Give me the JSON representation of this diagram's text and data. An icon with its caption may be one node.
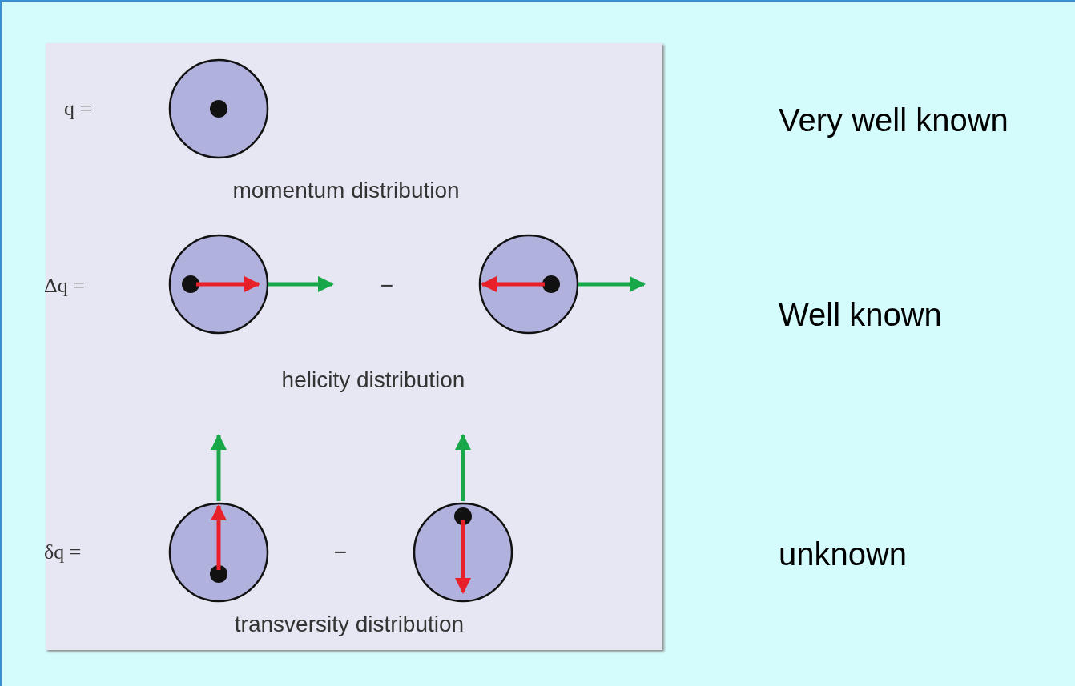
{
  "diagram": {
    "labels": [
      "q =",
      "Very well known",
      "momentum distribution",
      "Δq =",
      "−",
      "Well known",
      "helicity distribution",
      "δq =",
      "−",
      "unknown",
      "transversity distribution"
    ]
  }
}
